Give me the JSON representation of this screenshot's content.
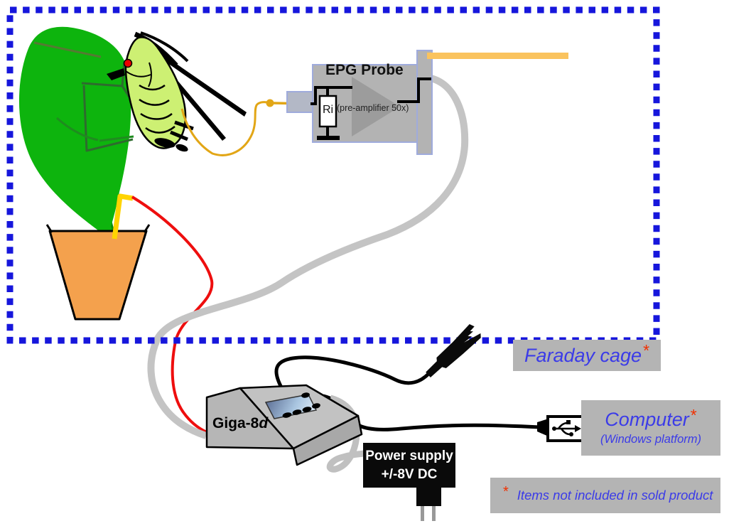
{
  "probe": {
    "title": "EPG Probe",
    "resistor_label": "Ri",
    "amplifier_note": "(pre-amplifier 50x)"
  },
  "device": {
    "name_base": "Giga-8",
    "name_suffix": "d"
  },
  "power_supply": {
    "line1": "Power supply",
    "line2": "+/-8V DC"
  },
  "faraday": {
    "label": "Faraday cage",
    "asterisk": "*"
  },
  "computer": {
    "label": "Computer",
    "asterisk": "*",
    "sub": "(Windows platform)"
  },
  "footnote": {
    "asterisk": "*",
    "text": "Items not included in sold product"
  },
  "colors": {
    "faraday_border_blue": "#1616dc",
    "annotation_blue": "#3b3be8",
    "asterisk_red": "#f03000",
    "cable_gray": "#c4c4c4",
    "signal_wire_gold": "#e2a616",
    "ground_wire_red": "#ee0e0e",
    "soil_electrode_yellow": "#ffd400",
    "leaf_green": "#0db40d",
    "insect_green": "#cdf073",
    "pot_orange": "#f4a14d",
    "holder_rod_orange": "#fac35e",
    "label_box_gray": "#b4b4b4",
    "equipment_gray": "#b3b3b3"
  }
}
